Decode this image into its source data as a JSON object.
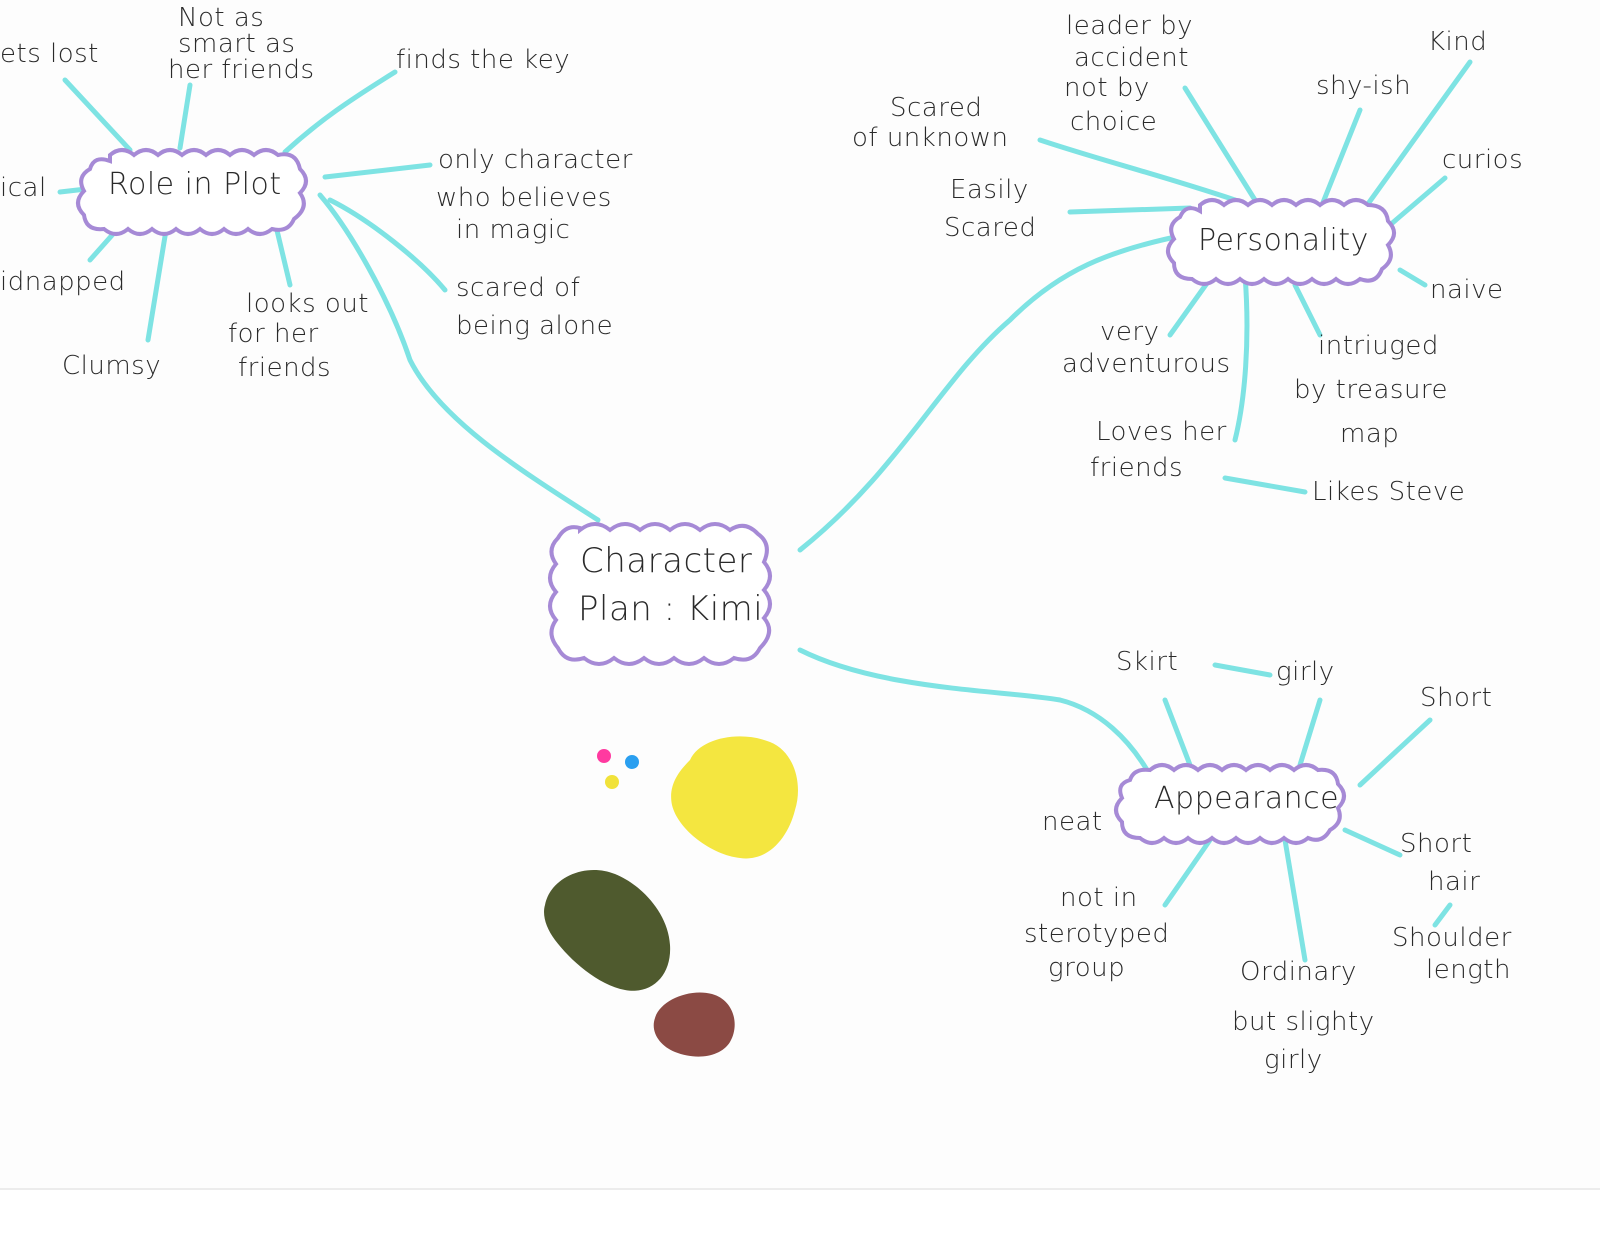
{
  "colors": {
    "line": "#7ee3e3",
    "bubble": "#a68ad6",
    "ink": "#2a2a2a",
    "yellow": "#f4e640",
    "olive": "#4f5a2e",
    "brown": "#8b4a44",
    "dot_pink": "#ff3aa0",
    "dot_blue": "#2a9ff0",
    "dot_yellow": "#f1e23a"
  },
  "center": {
    "line1": "Character",
    "line2": "Plan : Kimi"
  },
  "role_in_plot": {
    "label": "Role in Plot",
    "items": {
      "gets_lost": "ets lost",
      "not_smart": [
        "Not as",
        "smart as",
        "her friends"
      ],
      "finds_key": "finds the key",
      "believes_magic": [
        "only character",
        "who believes",
        "in magic"
      ],
      "scared_alone": [
        "scared of",
        "being alone"
      ],
      "looks_out": [
        "looks out",
        "for her",
        "friends"
      ],
      "clumsy": "Clumsy",
      "kidnapped": "idnapped",
      "magical": "ical"
    }
  },
  "personality": {
    "label": "Personality",
    "items": {
      "scared_unknown": [
        "Scared",
        "of unknown"
      ],
      "leader": [
        "leader by",
        "accident",
        "not by",
        "choice"
      ],
      "shy": "shy-ish",
      "kind": "Kind",
      "curious": "curios",
      "easily_scared": [
        "Easily",
        "Scared"
      ],
      "naive": "naive",
      "adventurous": [
        "very",
        "adventurous"
      ],
      "intrigued": [
        "intriuged",
        "by treasure",
        "map"
      ],
      "loves_friends": [
        "Loves her",
        "friends"
      ],
      "likes_steve": "Likes Steve"
    }
  },
  "appearance": {
    "label": "Appearance",
    "items": {
      "skirt": "Skirt",
      "girly": "girly",
      "short": "Short",
      "neat": "neat",
      "short_hair": [
        "Short",
        "hair"
      ],
      "shoulder": [
        "Shoulder",
        "length"
      ],
      "not_stereotyped": [
        "not in",
        "sterotyped",
        "group"
      ],
      "ordinary": [
        "Ordinary",
        "but slighty",
        "girly"
      ]
    }
  }
}
